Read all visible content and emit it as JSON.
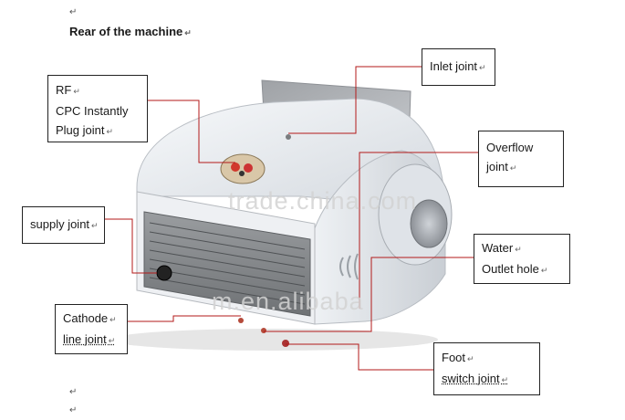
{
  "title": "Rear of the machine",
  "paragraph_mark": "↵",
  "labels": {
    "inlet": "Inlet joint",
    "rf_1": "RF",
    "rf_2": "CPC  Instantly",
    "rf_3": "Plug joint",
    "overflow_1": "Overflow",
    "overflow_2": "joint",
    "supply": "supply joint",
    "water_1": "Water",
    "water_2": "Outlet hole",
    "cathode_1": "Cathode",
    "cathode_2": "line joint",
    "foot_1": "Foot",
    "foot_2": "switch joint"
  },
  "watermarks": {
    "trade": "trade.china.com",
    "alibaba": "m.en.alibaba"
  },
  "colors": {
    "leader": "#b31a1a",
    "box_border": "#222222",
    "machine_body": "#e9edf2",
    "machine_panel": "#8a8d90"
  }
}
